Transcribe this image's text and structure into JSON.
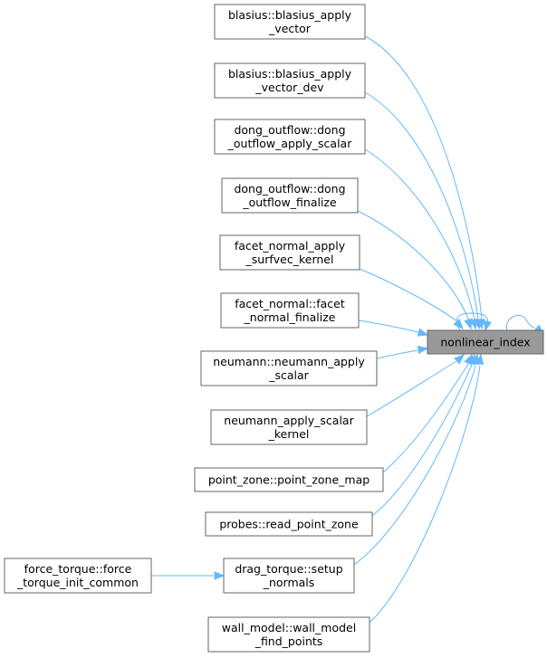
{
  "graph": {
    "target": "nonlinear_index",
    "callers": [
      {
        "id": "n1",
        "lines": [
          "blasius::blasius_apply",
          "_vector"
        ]
      },
      {
        "id": "n2",
        "lines": [
          "blasius::blasius_apply",
          "_vector_dev"
        ]
      },
      {
        "id": "n3",
        "lines": [
          "dong_outflow::dong",
          "_outflow_apply_scalar"
        ]
      },
      {
        "id": "n4",
        "lines": [
          "dong_outflow::dong",
          "_outflow_finalize"
        ]
      },
      {
        "id": "n5",
        "lines": [
          "facet_normal_apply",
          "_surfvec_kernel"
        ]
      },
      {
        "id": "n6",
        "lines": [
          "facet_normal::facet",
          "_normal_finalize"
        ]
      },
      {
        "id": "n7",
        "lines": [
          "neumann::neumann_apply",
          "_scalar"
        ]
      },
      {
        "id": "n8",
        "lines": [
          "neumann_apply_scalar",
          "_kernel"
        ]
      },
      {
        "id": "n9",
        "lines": [
          "point_zone::point_zone_map"
        ]
      },
      {
        "id": "n10",
        "lines": [
          "probes::read_point_zone"
        ]
      },
      {
        "id": "n11",
        "lines": [
          "drag_torque::setup",
          "_normals"
        ]
      },
      {
        "id": "n12",
        "lines": [
          "wall_model::wall_model",
          "_find_points"
        ]
      },
      {
        "id": "n13",
        "lines": [
          "force_torque::force",
          "_torque_init_common"
        ]
      }
    ],
    "edge_color": "#63b8ff",
    "focus_fill": "#999999",
    "node_border": "#666666"
  }
}
